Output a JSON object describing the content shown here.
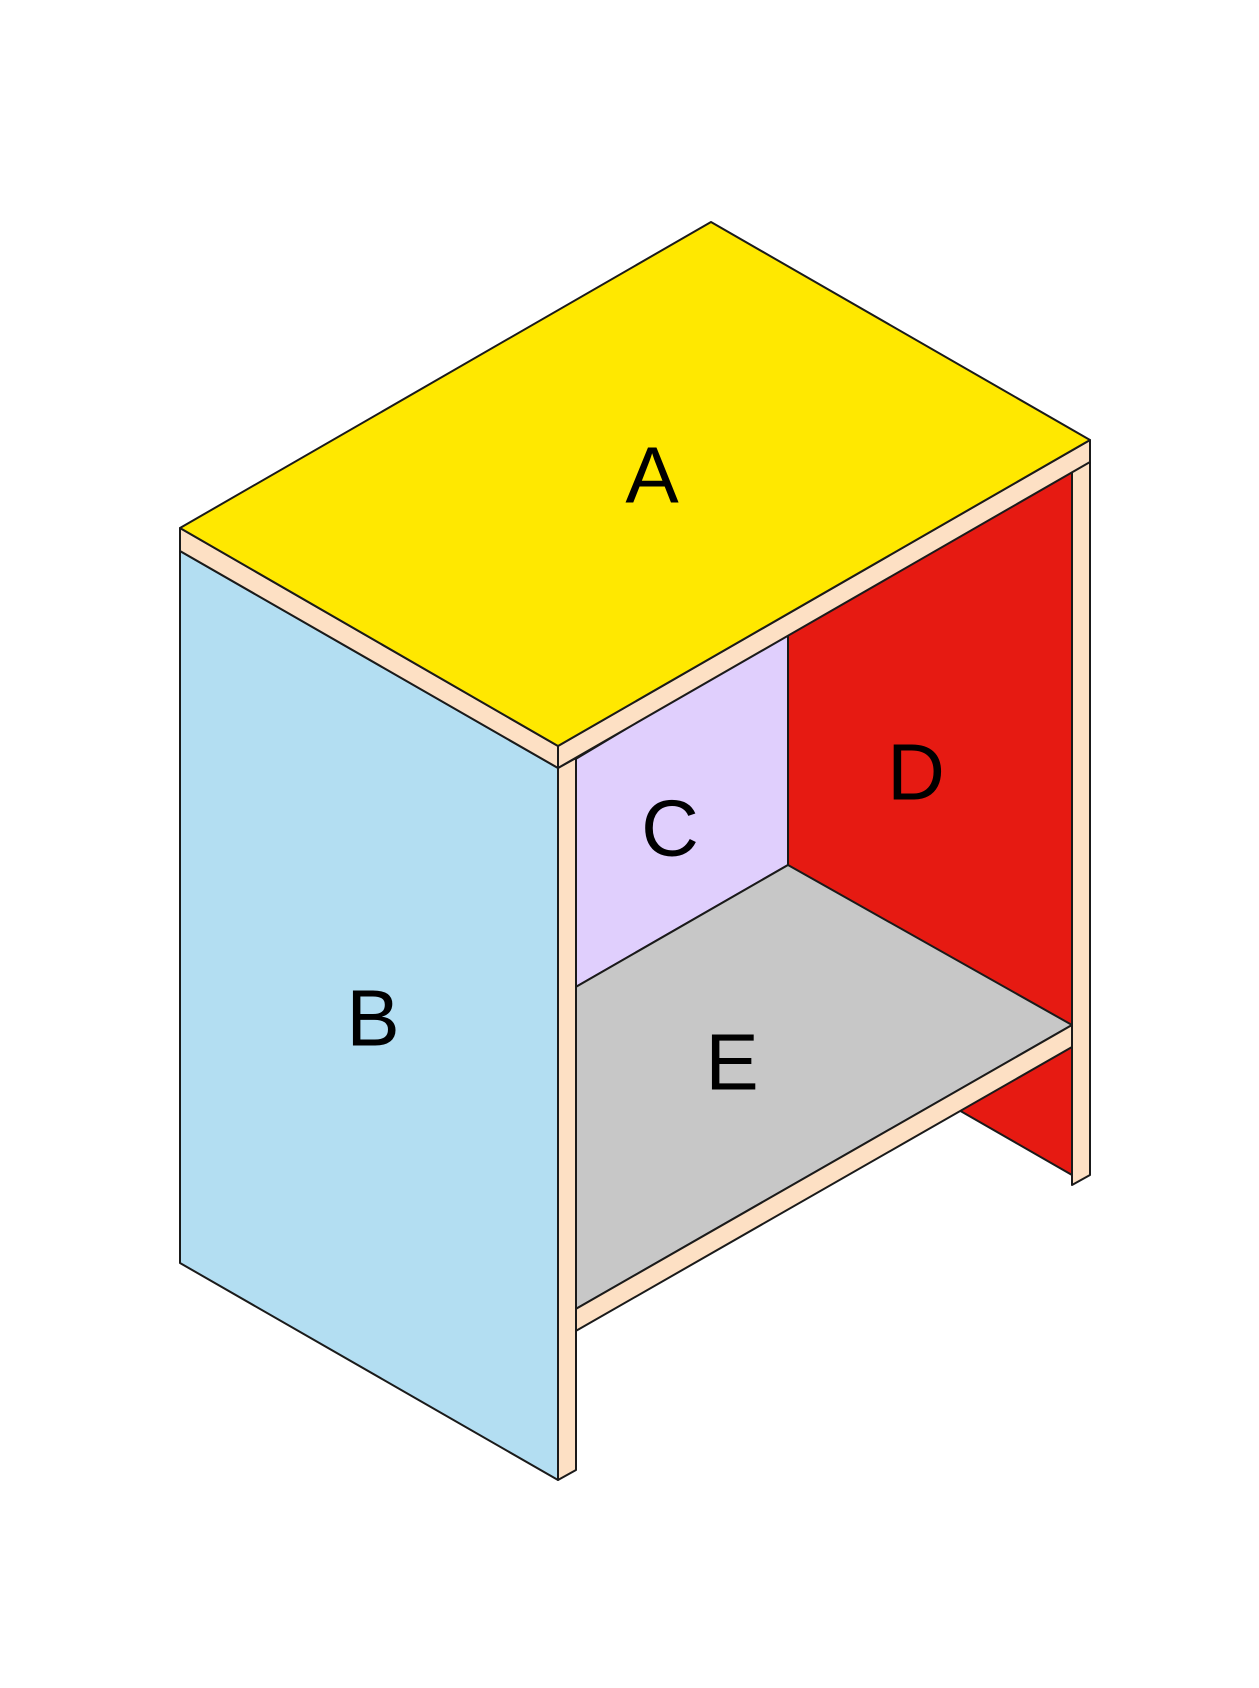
{
  "panels": {
    "A": {
      "label": "A",
      "color": "#ffe800"
    },
    "B": {
      "label": "B",
      "color": "#b3def2"
    },
    "C": {
      "label": "C",
      "color": "#e0cffd"
    },
    "D": {
      "label": "D",
      "color": "#e61a12"
    },
    "E": {
      "label": "E",
      "color": "#c7c7c7"
    }
  },
  "edge_color": "#fde0c4"
}
